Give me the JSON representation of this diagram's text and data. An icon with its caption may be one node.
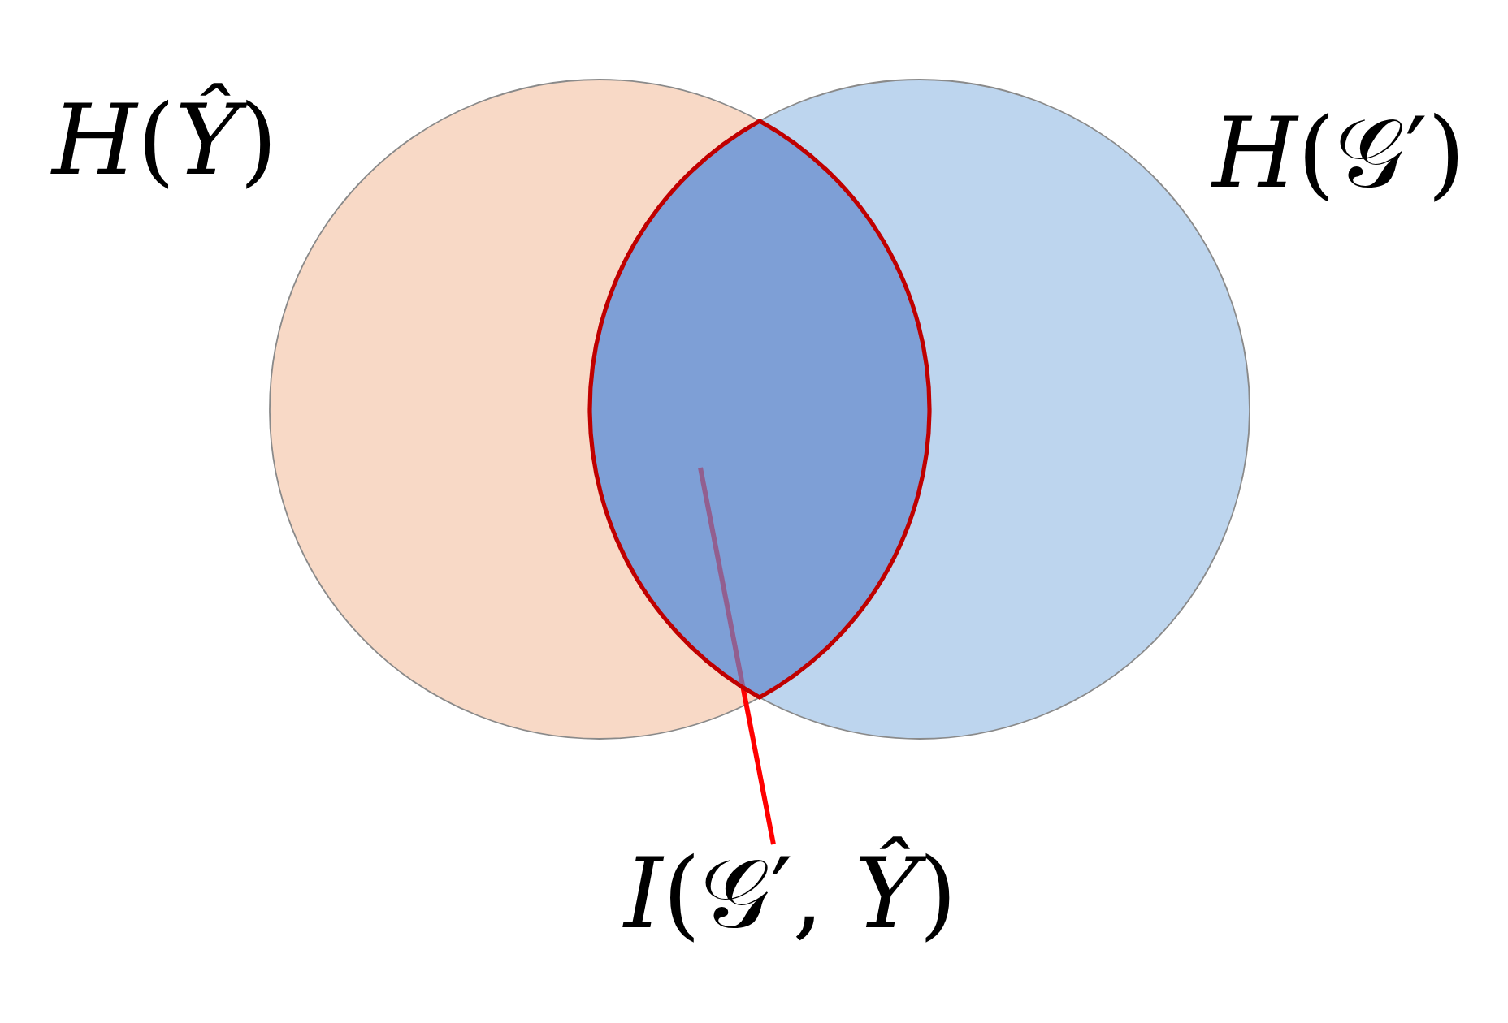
{
  "diagram": {
    "nodes": [
      {
        "text": [
          "*H*(*Ŷ*)"
        ]
      },
      {
        "text": [
          "*H*(𝒢′)"
        ]
      },
      {
        "text": [],
        "shape": "lens"
      },
      {
        "text": [
          "*I*(𝒢′, *Ŷ*)"
        ]
      }
    ],
    "edges": [
      {
        "from": 3,
        "to": 2,
        "arrow": "none"
      }
    ]
  }
}
